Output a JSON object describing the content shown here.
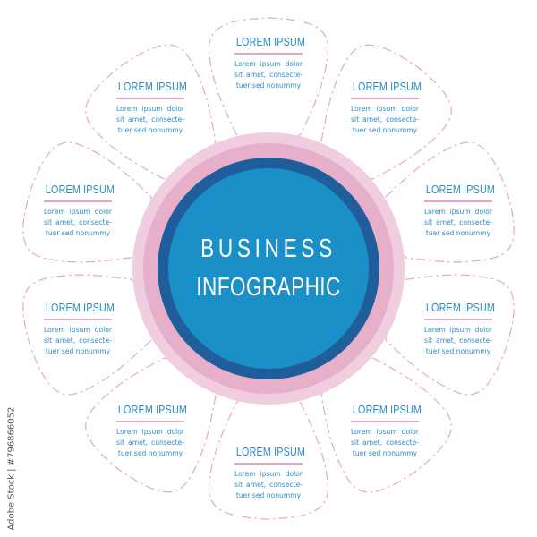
{
  "center": {
    "line1": "BUSINESS",
    "line2": "INFOGRAPHIC"
  },
  "colors": {
    "inner_fill": "#1b8fc8",
    "inner_ring": "#1f5e9a",
    "mid_ring": "#e7b0ca",
    "outer_ring": "#f1cde0",
    "text_blue": "#2b8cc4",
    "petal_stroke": "#e3a9c4",
    "underline": "#e2a6c2"
  },
  "items": [
    {
      "position": "top",
      "title": "LOREM IPSUM",
      "body": "Lorem ipsum dolor sit amet, consecte-tuer sed nonummy"
    },
    {
      "position": "top-right",
      "title": "LOREM IPSUM",
      "body": "Lorem ipsum dolor sit amet, consecte-tuer sed nonummy"
    },
    {
      "position": "right-upper",
      "title": "LOREM IPSUM",
      "body": "Lorem ipsum dolor sit amet, consecte-tuer sed nonummy"
    },
    {
      "position": "right-lower",
      "title": "LOREM IPSUM",
      "body": "Lorem ipsum dolor sit amet, consecte-tuer sed nonummy"
    },
    {
      "position": "bottom-right",
      "title": "LOREM IPSUM",
      "body": "Lorem ipsum dolor sit amet, consecte-tuer sed nonummy"
    },
    {
      "position": "bottom",
      "title": "LOREM IPSUM",
      "body": "Lorem ipsum dolor sit amet, consecte-tuer sed nonummy"
    },
    {
      "position": "bottom-left",
      "title": "LOREM IPSUM",
      "body": "Lorem ipsum dolor sit amet, consecte-tuer sed nonummy"
    },
    {
      "position": "left-lower",
      "title": "LOREM IPSUM",
      "body": "Lorem ipsum dolor sit amet, consecte-tuer sed nonummy"
    },
    {
      "position": "left-upper",
      "title": "LOREM IPSUM",
      "body": "Lorem ipsum dolor sit amet, consecte-tuer sed nonummy"
    },
    {
      "position": "top-left",
      "title": "LOREM IPSUM",
      "body": "Lorem ipsum dolor sit amet, consecte-tuer sed nonummy"
    }
  ],
  "watermark": "Adobe Stock | #796866052"
}
